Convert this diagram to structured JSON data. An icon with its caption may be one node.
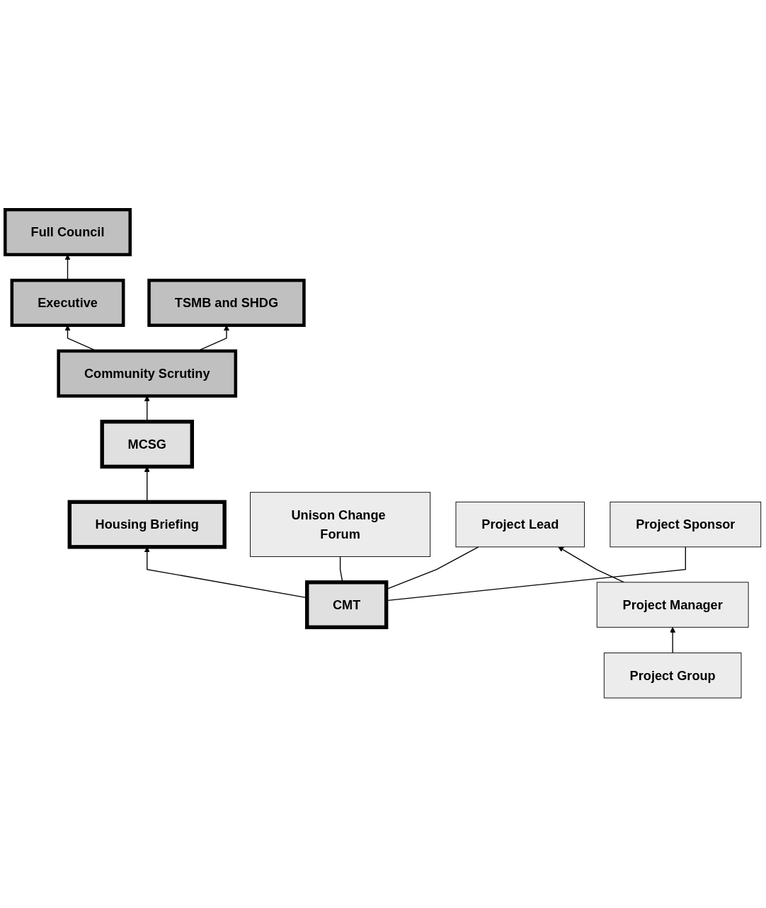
{
  "diagram": {
    "nodes": [
      {
        "text": [
          "Full Council"
        ]
      },
      {
        "text": [
          "Executive"
        ]
      },
      {
        "text": [
          "Community Scrutiny"
        ]
      },
      {
        "text": [
          "TSMB and SHDG"
        ]
      },
      {
        "text": [
          "MCSG"
        ]
      },
      {
        "text": [
          "Housing Briefing"
        ]
      },
      {
        "text": [
          "CMT"
        ]
      },
      {
        "text": [
          "Unison Change Forum"
        ]
      },
      {
        "text": [
          "Project Lead"
        ]
      },
      {
        "text": [
          "Project Sponsor"
        ]
      },
      {
        "text": [
          "Project Manager"
        ]
      },
      {
        "text": [
          "Project Group"
        ]
      }
    ],
    "edges": [
      {
        "from": 1,
        "to": 0,
        "arrow": "to"
      },
      {
        "from": 2,
        "to": 1,
        "arrow": "to"
      },
      {
        "from": 2,
        "to": 3,
        "arrow": "to"
      },
      {
        "from": 4,
        "to": 2,
        "arrow": "to"
      },
      {
        "from": 5,
        "to": 4,
        "arrow": "to"
      },
      {
        "from": 6,
        "to": 5,
        "arrow": "to"
      },
      {
        "from": 6,
        "to": 7,
        "arrow": "none"
      },
      {
        "from": 6,
        "to": 8,
        "arrow": "none"
      },
      {
        "from": 6,
        "to": 9,
        "arrow": "none"
      },
      {
        "from": 10,
        "to": 8,
        "arrow": "to"
      },
      {
        "from": 11,
        "to": 10,
        "arrow": "to"
      }
    ]
  }
}
